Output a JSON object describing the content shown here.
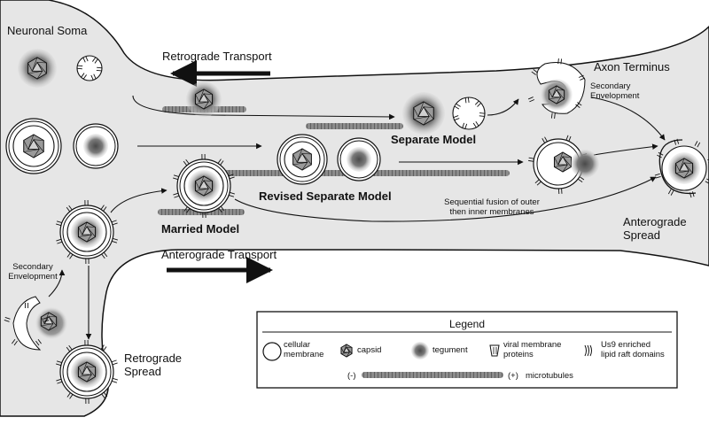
{
  "labels": {
    "neuronal_soma": "Neuronal Soma",
    "axon_terminus": "Axon Terminus",
    "retrograde_transport": "Retrograde Transport",
    "anterograde_transport": "Anterograde Transport",
    "separate_model": "Separate Model",
    "revised_separate_model": "Revised Separate Model",
    "married_model": "Married Model",
    "secondary_envelopment_top": "Secondary\nEnvelopment",
    "secondary_envelopment_left": "Secondary\nEnvelopment",
    "sequential_fusion": "Sequential fusion of outer\nthen inner membranes",
    "anterograde_spread": "Anterograde\nSpread",
    "retrograde_spread": "Retrograde\nSpread"
  },
  "legend": {
    "title": "Legend",
    "cellular_membrane": "cellular\nmembrane",
    "capsid": "capsid",
    "tegument": "tegument",
    "viral_membrane_proteins": "viral membrane\nproteins",
    "us9_lipid_raft": "Us9 enriched\nlipid raft domains",
    "minus": "(-)",
    "plus": "(+)",
    "microtubules": "microtubules"
  },
  "colors": {
    "cytoplasm": "#e6e6e6",
    "outline": "#111111",
    "microtubule": "#8a8a8a",
    "tegument_dark": "#555555",
    "tegument_light": "#bdbdbd",
    "capsid_fill": "#9a9a9a"
  }
}
